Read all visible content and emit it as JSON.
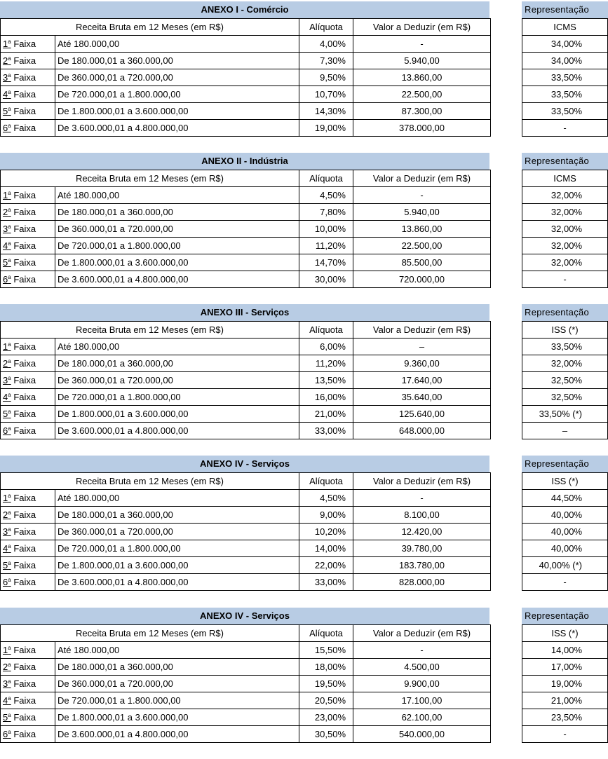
{
  "headers": {
    "receita": "Receita Bruta em 12 Meses (em R$)",
    "aliquota": "Alíquota",
    "deduzir": "Valor a Deduzir (em R$)",
    "representacao": "Representação",
    "faixa_word": "Faixa",
    "faixa_sup": "a"
  },
  "anexos": [
    {
      "title": "ANEXO I - Comércio",
      "rep_header": "ICMS",
      "rows": [
        {
          "n": "1",
          "range": "Até 180.000,00",
          "aliq": "4,00%",
          "ded": "-",
          "rep": "34,00%"
        },
        {
          "n": "2",
          "range": "De 180.000,01 a 360.000,00",
          "aliq": "7,30%",
          "ded": "5.940,00",
          "rep": "34,00%"
        },
        {
          "n": "3",
          "range": "De 360.000,01 a 720.000,00",
          "aliq": "9,50%",
          "ded": "13.860,00",
          "rep": "33,50%"
        },
        {
          "n": "4",
          "range": "De 720.000,01 a 1.800.000,00",
          "aliq": "10,70%",
          "ded": "22.500,00",
          "rep": "33,50%"
        },
        {
          "n": "5",
          "range": "De 1.800.000,01 a 3.600.000,00",
          "aliq": "14,30%",
          "ded": "87.300,00",
          "rep": "33,50%"
        },
        {
          "n": "6",
          "range": "De 3.600.000,01 a 4.800.000,00",
          "aliq": "19,00%",
          "ded": "378.000,00",
          "rep": "-"
        }
      ]
    },
    {
      "title": "ANEXO II - Indústria",
      "rep_header": "ICMS",
      "rows": [
        {
          "n": "1",
          "range": "Até 180.000,00",
          "aliq": "4,50%",
          "ded": "-",
          "rep": "32,00%"
        },
        {
          "n": "2",
          "range": "De 180.000,01 a 360.000,00",
          "aliq": "7,80%",
          "ded": "5.940,00",
          "rep": "32,00%"
        },
        {
          "n": "3",
          "range": "De 360.000,01 a 720.000,00",
          "aliq": "10,00%",
          "ded": "13.860,00",
          "rep": "32,00%"
        },
        {
          "n": "4",
          "range": "De 720.000,01 a 1.800.000,00",
          "aliq": "11,20%",
          "ded": "22.500,00",
          "rep": "32,00%"
        },
        {
          "n": "5",
          "range": "De 1.800.000,01 a 3.600.000,00",
          "aliq": "14,70%",
          "ded": "85.500,00",
          "rep": "32,00%"
        },
        {
          "n": "6",
          "range": "De 3.600.000,01 a 4.800.000,00",
          "aliq": "30,00%",
          "ded": "720.000,00",
          "rep": "-"
        }
      ]
    },
    {
      "title": "ANEXO III - Serviços",
      "rep_header": "ISS (*)",
      "rows": [
        {
          "n": "1",
          "range": "Até 180.000,00",
          "aliq": "6,00%",
          "ded": "–",
          "rep": "33,50%"
        },
        {
          "n": "2",
          "range": "De 180.000,01 a 360.000,00",
          "aliq": "11,20%",
          "ded": "9.360,00",
          "rep": "32,00%"
        },
        {
          "n": "3",
          "range": "De 360.000,01 a 720.000,00",
          "aliq": "13,50%",
          "ded": "17.640,00",
          "rep": "32,50%"
        },
        {
          "n": "4",
          "range": "De 720.000,01 a 1.800.000,00",
          "aliq": "16,00%",
          "ded": "35.640,00",
          "rep": "32,50%"
        },
        {
          "n": "5",
          "range": "De 1.800.000,01 a 3.600.000,00",
          "aliq": "21,00%",
          "ded": "125.640,00",
          "rep": "33,50% (*)"
        },
        {
          "n": "6",
          "range": "De 3.600.000,01 a 4.800.000,00",
          "aliq": "33,00%",
          "ded": "648.000,00",
          "rep": "–"
        }
      ]
    },
    {
      "title": "ANEXO IV - Serviços",
      "rep_header": "ISS (*)",
      "rows": [
        {
          "n": "1",
          "range": "Até 180.000,00",
          "aliq": "4,50%",
          "ded": "-",
          "rep": "44,50%"
        },
        {
          "n": "2",
          "range": "De 180.000,01 a 360.000,00",
          "aliq": "9,00%",
          "ded": "8.100,00",
          "rep": "40,00%"
        },
        {
          "n": "3",
          "range": "De 360.000,01 a 720.000,00",
          "aliq": "10,20%",
          "ded": "12.420,00",
          "rep": "40,00%"
        },
        {
          "n": "4",
          "range": "De 720.000,01 a 1.800.000,00",
          "aliq": "14,00%",
          "ded": "39.780,00",
          "rep": "40,00%"
        },
        {
          "n": "5",
          "range": "De 1.800.000,01 a 3.600.000,00",
          "aliq": "22,00%",
          "ded": "183.780,00",
          "rep": "40,00% (*)"
        },
        {
          "n": "6",
          "range": "De 3.600.000,01 a 4.800.000,00",
          "aliq": "33,00%",
          "ded": "828.000,00",
          "rep": "-"
        }
      ]
    },
    {
      "title": "ANEXO IV - Serviços",
      "rep_header": "ISS (*)",
      "rows": [
        {
          "n": "1",
          "range": "Até 180.000,00",
          "aliq": "15,50%",
          "ded": "-",
          "rep": "14,00%"
        },
        {
          "n": "2",
          "range": "De 180.000,01 a 360.000,00",
          "aliq": "18,00%",
          "ded": "4.500,00",
          "rep": "17,00%"
        },
        {
          "n": "3",
          "range": "De 360.000,01 a 720.000,00",
          "aliq": "19,50%",
          "ded": "9.900,00",
          "rep": "19,00%"
        },
        {
          "n": "4",
          "range": "De 720.000,01 a 1.800.000,00",
          "aliq": "20,50%",
          "ded": "17.100,00",
          "rep": "21,00%"
        },
        {
          "n": "5",
          "range": "De 1.800.000,01 a 3.600.000,00",
          "aliq": "23,00%",
          "ded": "62.100,00",
          "rep": "23,50%"
        },
        {
          "n": "6",
          "range": "De 3.600.000,01 a 4.800.000,00",
          "aliq": "30,50%",
          "ded": "540.000,00",
          "rep": "-"
        }
      ]
    }
  ]
}
